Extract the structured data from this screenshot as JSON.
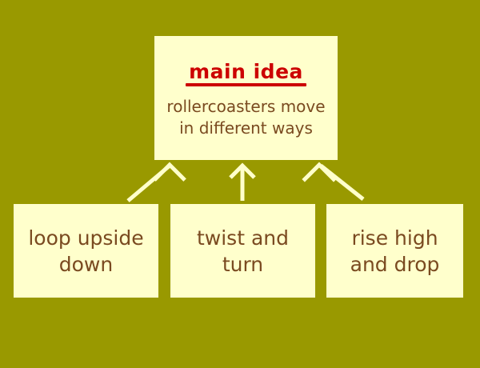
{
  "graphic": {
    "type": "main-idea-and-details-organizer",
    "colors": {
      "background": "#999900",
      "box_fill": "#ffffcc",
      "title_text": "#cc0000",
      "body_text": "#7a4a20",
      "arrow": "#ffffcc"
    }
  },
  "main_box": {
    "title": "main idea",
    "body_line_1": "rollercoasters move",
    "body_line_2": "in different ways"
  },
  "detail_boxes": [
    {
      "line_1": "loop upside",
      "line_2": "down"
    },
    {
      "line_1": "twist and",
      "line_2": "turn"
    },
    {
      "line_1": "rise high",
      "line_2": "and drop"
    }
  ],
  "arrows": [
    {
      "name": "arrow-left-detail-to-main"
    },
    {
      "name": "arrow-middle-detail-to-main"
    },
    {
      "name": "arrow-right-detail-to-main"
    }
  ]
}
